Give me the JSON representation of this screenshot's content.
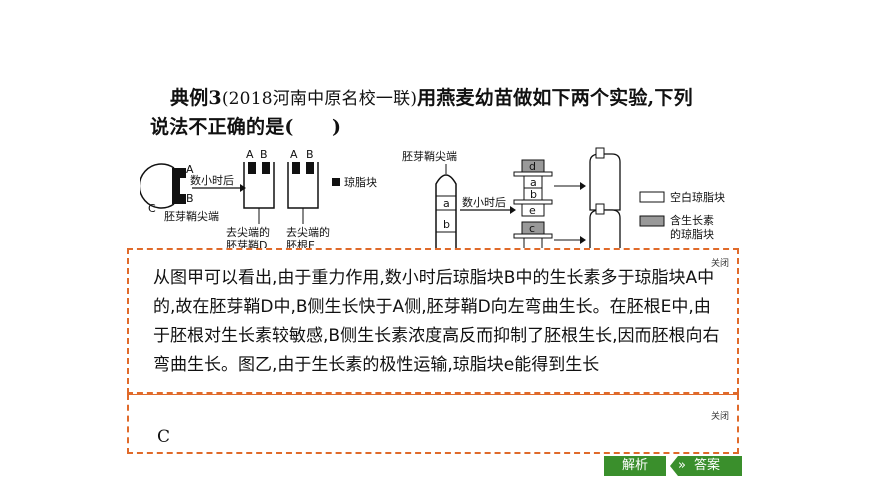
{
  "question": {
    "prefix": "典例3",
    "source": "(2018河南中原名校一联)",
    "line1_rest": "用燕麦幼苗做如下两个实验,下列",
    "line2": "说法不正确的是(　　)"
  },
  "figure": {
    "label_A": "A",
    "label_B": "B",
    "label_C": "C",
    "hours_later": "数小时后",
    "coleoptile_tip": "胚芽鞘尖端",
    "agar_block": "琼脂块",
    "cut_tip_1": "去尖端的",
    "cut_tip_1b": "胚芽鞘D",
    "cut_tip_2": "去尖端的",
    "cut_tip_2b": "胚根E",
    "block_a": "a",
    "block_b": "b",
    "block_c": "c",
    "block_d": "d",
    "block_e": "e",
    "legend_empty": "空白琼脂块",
    "legend_auxin_1": "含生长素",
    "legend_auxin_2": "的琼脂块"
  },
  "analysis": {
    "close_label": "关闭",
    "text": "从图甲可以看出,由于重力作用,数小时后琼脂块B中的生长素多于琼脂块A中的,故在胚芽鞘D中,B侧生长快于A侧,胚芽鞘D向左弯曲生长。在胚根E中,由于胚根对生长素较敏感,B侧生长素浓度高反而抑制了胚根生长,因而胚根向右弯曲生长。图乙,由于生长素的极性运输,琼脂块e能得到生长"
  },
  "answer": {
    "close_label": "关闭",
    "value": "C"
  },
  "tabs": {
    "analysis_label": "解析",
    "answer_label": "答案"
  },
  "colors": {
    "dashed_border": "#e06a2a",
    "tab_green": "#3a8f2c"
  }
}
